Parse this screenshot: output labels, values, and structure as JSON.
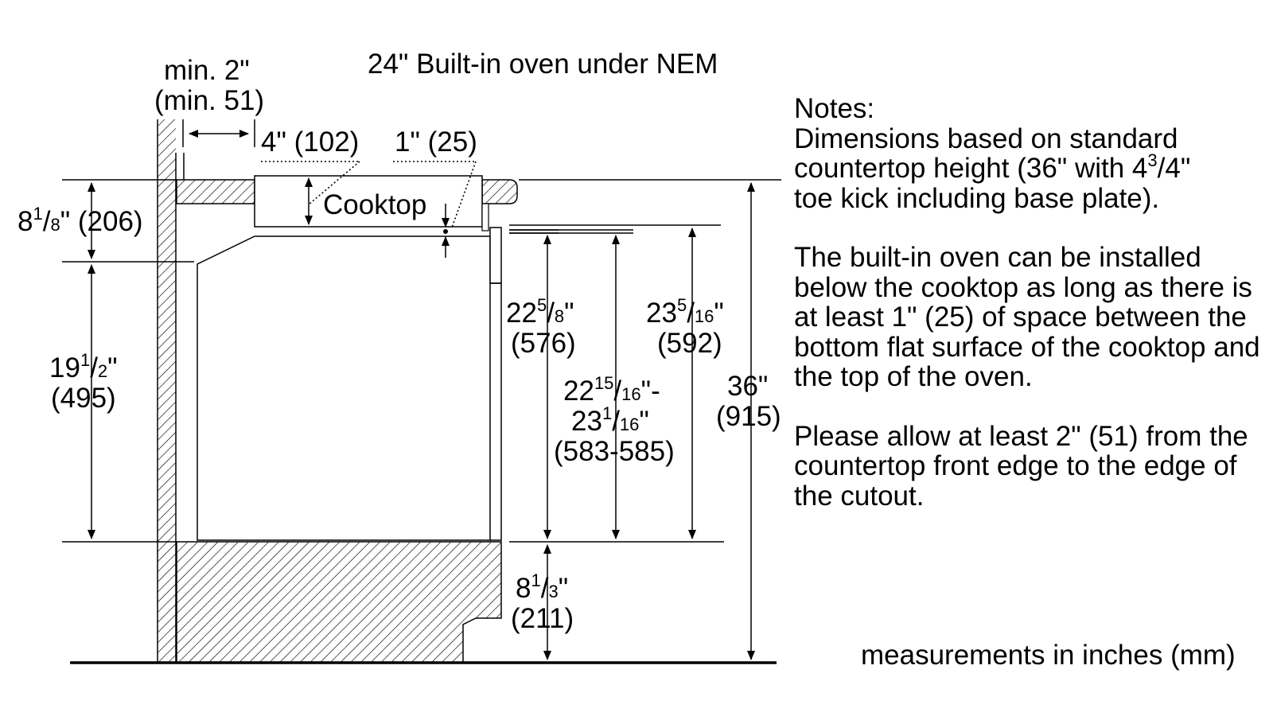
{
  "title": "24\" Built-in oven under NEM",
  "labels": {
    "side_clearance_in": "min. 2\"",
    "side_clearance_mm": "(min. 51)",
    "cooktop_depth": "4\" (102)",
    "cooktop_gap": "1\" (25)",
    "cooktop": "Cooktop",
    "dim_8_1_8": {
      "whole": "8",
      "num": "1",
      "den": "8",
      "rest": "\" (206)"
    },
    "dim_19_1_2": {
      "whole": "19",
      "num": "1",
      "den": "2",
      "rest": "\"",
      "mm": "(495)"
    },
    "dim_22_5_8": {
      "whole": "22",
      "num": "5",
      "den": "8",
      "rest": "\"",
      "mm": "(576)"
    },
    "dim_22_15_16": {
      "whole": "22",
      "num": "15",
      "den": "16",
      "rest": "\"-"
    },
    "dim_23_1_16": {
      "whole": "23",
      "num": "1",
      "den": "16",
      "rest": "\"",
      "mm": "(583-585)"
    },
    "dim_23_5_16": {
      "whole": "23",
      "num": "5",
      "den": "16",
      "rest": "\"",
      "mm": "(592)"
    },
    "dim_36": {
      "inch": "36\"",
      "mm": "(915)"
    },
    "dim_8_1_3": {
      "whole": "8",
      "num": "1",
      "den": "3",
      "rest": "\"",
      "mm": "(211)"
    }
  },
  "notes": {
    "heading": "Notes:",
    "p1_line1": "Dimensions based on standard",
    "p1_line2_pre": "countertop height (36\" with 4",
    "p1_line2_num": "3",
    "p1_line2_den": "/4\"",
    "p1_line3": "toe kick including base plate).",
    "p2": "The built-in oven can be installed below the cooktop as long as there is at least 1\" (25) of space between the bottom flat surface of the cooktop and the top of the oven.",
    "p3": "Please allow at least 2\" (51) from the countertop front edge to the edge of the cutout."
  },
  "footer": "measurements in inches (mm)"
}
